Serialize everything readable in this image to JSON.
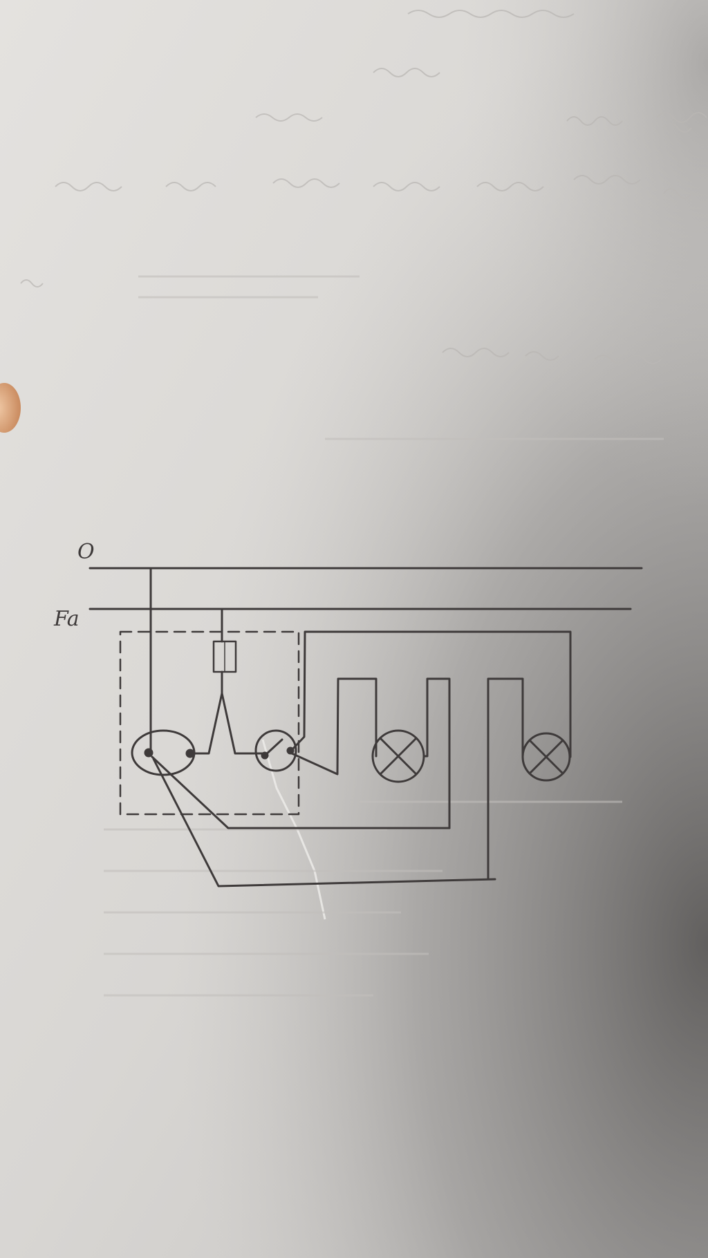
{
  "diagram": {
    "neutral_label": "O",
    "phase_label": "Fa",
    "components": [
      {
        "name": "fuse-icon",
        "kind": "fuse"
      },
      {
        "name": "socket-icon",
        "kind": "socket"
      },
      {
        "name": "switch-icon",
        "kind": "switch"
      },
      {
        "name": "lamp-1-icon",
        "kind": "lamp"
      },
      {
        "name": "lamp-2-icon",
        "kind": "lamp"
      }
    ]
  },
  "colors": {
    "paper": "#d9d7d5",
    "ink": "#3e3a3a",
    "show_through": "#b9b6b3",
    "shadow": "#6b6968"
  }
}
